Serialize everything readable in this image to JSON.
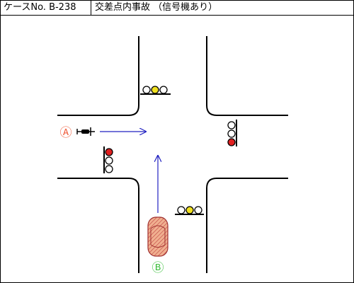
{
  "header": {
    "case_label": "ケースNo. B-238",
    "title": "交差点内事故 （信号機あり）"
  },
  "vehicles": {
    "a": {
      "marker": "Ⓐ",
      "type": "bicycle",
      "color": "#f06040"
    },
    "b": {
      "marker": "Ⓑ",
      "type": "car",
      "color": "#40c040"
    }
  },
  "signals": {
    "north": {
      "orientation": "horizontal",
      "lit": "yellow"
    },
    "east": {
      "orientation": "vertical",
      "lit": "red"
    },
    "west": {
      "orientation": "vertical",
      "lit": "red"
    },
    "south": {
      "orientation": "horizontal",
      "lit": "yellow"
    }
  },
  "colors": {
    "road_edge": "#000000",
    "arrow": "#2020c0",
    "signal_red": "#e02020",
    "signal_yellow": "#f0e020",
    "car_body": "#f0b090",
    "car_hatch": "#c04040"
  }
}
